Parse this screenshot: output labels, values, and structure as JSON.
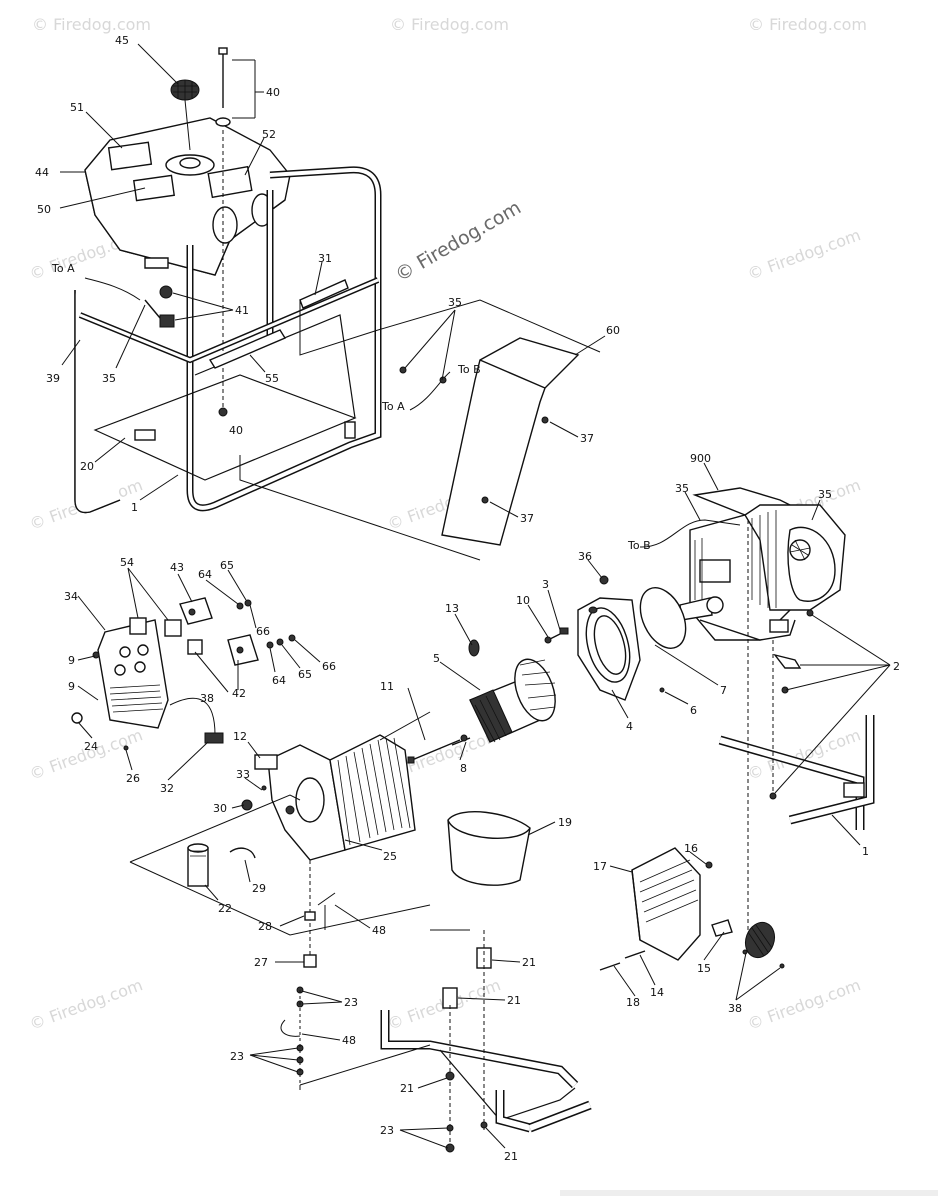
{
  "watermark": {
    "text": "© Firedog.com",
    "main_text": "© Firedog.com"
  },
  "wire_notes": {
    "to_a": "To A",
    "to_b": "To B"
  },
  "callouts": [
    {
      "id": "c45",
      "label": "45"
    },
    {
      "id": "c40a",
      "label": "40"
    },
    {
      "id": "c51",
      "label": "51"
    },
    {
      "id": "c52",
      "label": "52"
    },
    {
      "id": "c44",
      "label": "44"
    },
    {
      "id": "c50",
      "label": "50"
    },
    {
      "id": "c31",
      "label": "31"
    },
    {
      "id": "c41",
      "label": "41"
    },
    {
      "id": "c35a",
      "label": "35"
    },
    {
      "id": "c39",
      "label": "39"
    },
    {
      "id": "c55",
      "label": "55"
    },
    {
      "id": "c40b",
      "label": "40"
    },
    {
      "id": "c20",
      "label": "20"
    },
    {
      "id": "c1a",
      "label": "1"
    },
    {
      "id": "c35b",
      "label": "35"
    },
    {
      "id": "c60",
      "label": "60"
    },
    {
      "id": "c37a",
      "label": "37"
    },
    {
      "id": "c37b",
      "label": "37"
    },
    {
      "id": "c900",
      "label": "900"
    },
    {
      "id": "c35c",
      "label": "35"
    },
    {
      "id": "c35d",
      "label": "35"
    },
    {
      "id": "c36",
      "label": "36"
    },
    {
      "id": "c3",
      "label": "3"
    },
    {
      "id": "c10",
      "label": "10"
    },
    {
      "id": "c13",
      "label": "13"
    },
    {
      "id": "c5",
      "label": "5"
    },
    {
      "id": "c7",
      "label": "7"
    },
    {
      "id": "c6",
      "label": "6"
    },
    {
      "id": "c4",
      "label": "4"
    },
    {
      "id": "c2",
      "label": "2"
    },
    {
      "id": "c54",
      "label": "54"
    },
    {
      "id": "c43",
      "label": "43"
    },
    {
      "id": "c64a",
      "label": "64"
    },
    {
      "id": "c65a",
      "label": "65"
    },
    {
      "id": "c34",
      "label": "34"
    },
    {
      "id": "c66a",
      "label": "66"
    },
    {
      "id": "c66b",
      "label": "66"
    },
    {
      "id": "c65b",
      "label": "65"
    },
    {
      "id": "c64b",
      "label": "64"
    },
    {
      "id": "c42",
      "label": "42"
    },
    {
      "id": "c38a",
      "label": "38"
    },
    {
      "id": "c9a",
      "label": "9"
    },
    {
      "id": "c9b",
      "label": "9"
    },
    {
      "id": "c24",
      "label": "24"
    },
    {
      "id": "c26",
      "label": "26"
    },
    {
      "id": "c32",
      "label": "32"
    },
    {
      "id": "c12",
      "label": "12"
    },
    {
      "id": "c11",
      "label": "11"
    },
    {
      "id": "c8",
      "label": "8"
    },
    {
      "id": "c33",
      "label": "33"
    },
    {
      "id": "c30",
      "label": "30"
    },
    {
      "id": "c25",
      "label": "25"
    },
    {
      "id": "c19",
      "label": "19"
    },
    {
      "id": "c1b",
      "label": "1"
    },
    {
      "id": "c29",
      "label": "29"
    },
    {
      "id": "c22",
      "label": "22"
    },
    {
      "id": "c16",
      "label": "16"
    },
    {
      "id": "c17",
      "label": "17"
    },
    {
      "id": "c28",
      "label": "28"
    },
    {
      "id": "c48a",
      "label": "48"
    },
    {
      "id": "c27",
      "label": "27"
    },
    {
      "id": "c21a",
      "label": "21"
    },
    {
      "id": "c23a",
      "label": "23"
    },
    {
      "id": "c21b",
      "label": "21"
    },
    {
      "id": "c48b",
      "label": "48"
    },
    {
      "id": "c23b",
      "label": "23"
    },
    {
      "id": "c15",
      "label": "15"
    },
    {
      "id": "c14",
      "label": "14"
    },
    {
      "id": "c18",
      "label": "18"
    },
    {
      "id": "c38b",
      "label": "38"
    },
    {
      "id": "c21c",
      "label": "21"
    },
    {
      "id": "c23c",
      "label": "23"
    },
    {
      "id": "c21d",
      "label": "21"
    }
  ]
}
